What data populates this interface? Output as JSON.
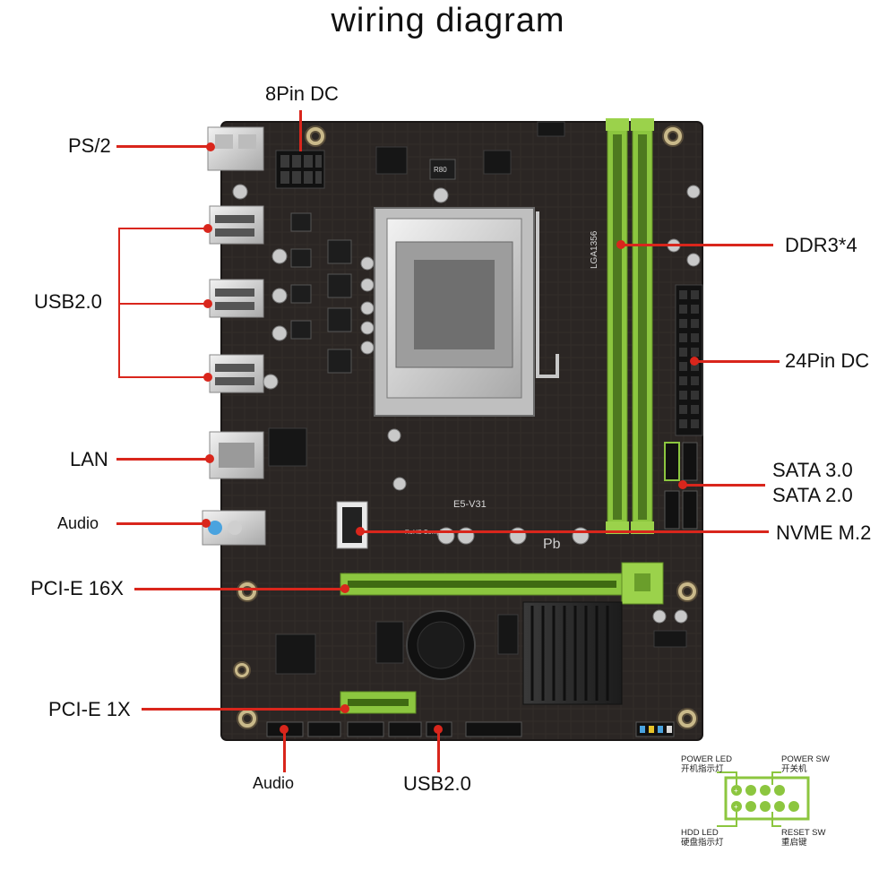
{
  "title": "wiring diagram",
  "callouts": {
    "dc8": "8Pin DC",
    "ps2": "PS/2",
    "usb_rear": "USB2.0",
    "lan": "LAN",
    "audio_rear": "Audio",
    "pcie16": "PCI-E 16X",
    "pcie1": "PCI-E 1X",
    "audio_front": "Audio",
    "usb_front": "USB2.0",
    "ddr3": "DDR3*4",
    "dc24": "24Pin DC",
    "sata3": "SATA 3.0",
    "sata2": "SATA 2.0",
    "nvme": "NVME M.2"
  },
  "board_marks": {
    "socket": "LGA1356",
    "model": "E5-V31",
    "rohs": "RoHS Compliant",
    "pb": "Pb",
    "inductor": "R80"
  },
  "panel": {
    "power_led": "POWER LED",
    "power_led_cn": "开机指示灯",
    "power_sw": "POWER SW",
    "power_sw_cn": "开关机",
    "hdd_led": "HDD LED",
    "hdd_led_cn": "硬盘指示灯",
    "reset_sw": "RESET SW",
    "reset_sw_cn": "重启键"
  },
  "colors": {
    "pcb": "#2a2624",
    "slot_green": "#8cc63f",
    "callout_red": "#d9261c",
    "silver": "#d8d8d8"
  }
}
